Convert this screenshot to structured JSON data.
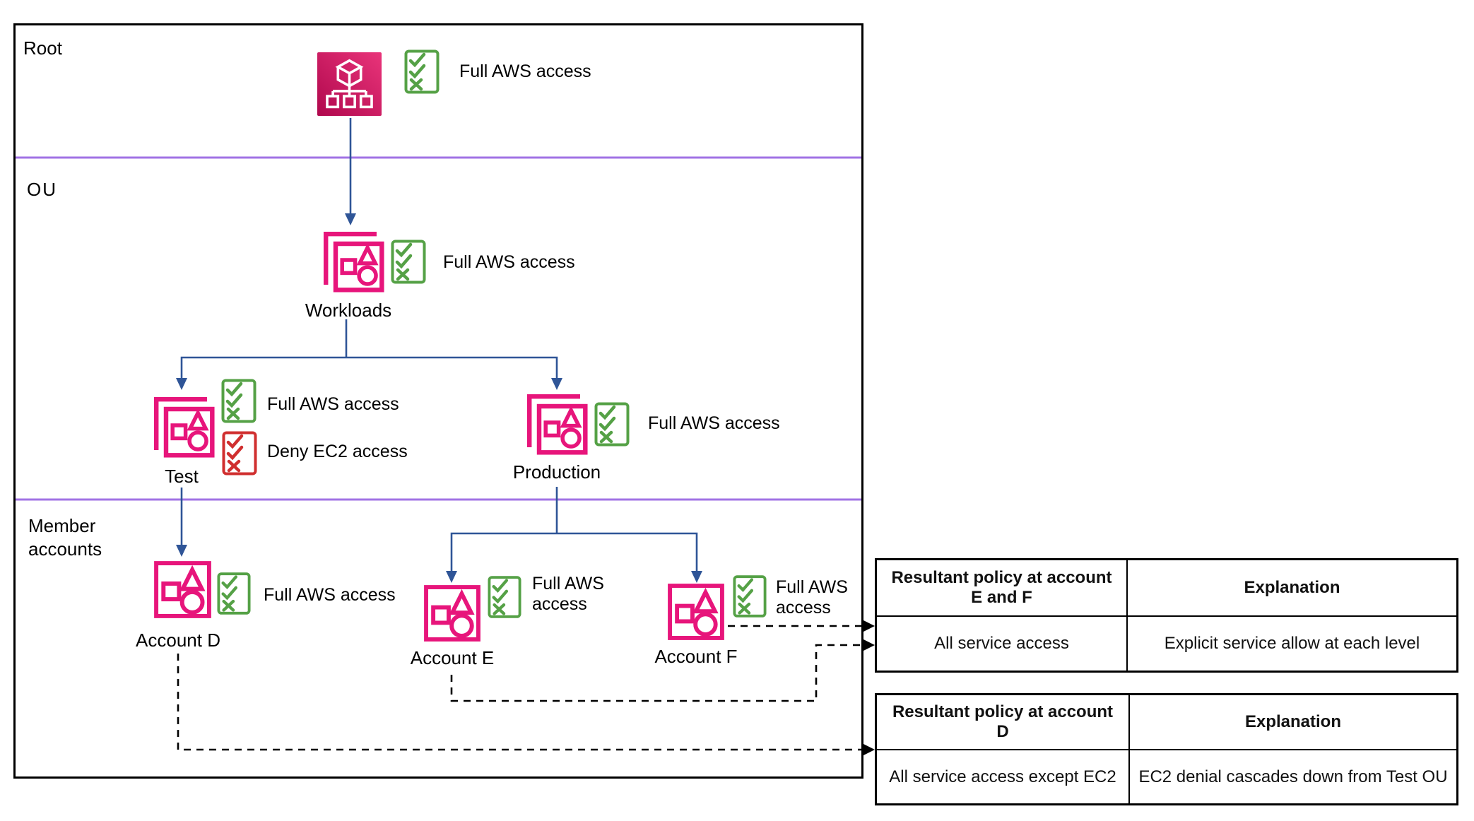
{
  "colors": {
    "pink": "#e7157b",
    "pink_gradient_dark": "#b0084d",
    "pink_gradient_light": "#e9347a",
    "allow_green": "#55a146",
    "deny_red": "#d02f2f",
    "arrow_blue": "#2f5597",
    "divider_purple": "#a173e5",
    "line_black": "#000000"
  },
  "sections": {
    "root": {
      "label": "Root"
    },
    "ou": {
      "label": "OU"
    },
    "member": {
      "label": "Member accounts"
    }
  },
  "nodes": {
    "root": {
      "policies": [
        {
          "type": "allow",
          "label": "Full AWS access"
        }
      ]
    },
    "workloads": {
      "label": "Workloads",
      "policies": [
        {
          "type": "allow",
          "label": "Full AWS access"
        }
      ]
    },
    "test": {
      "label": "Test",
      "policies": [
        {
          "type": "allow",
          "label": "Full AWS access"
        },
        {
          "type": "deny",
          "label": "Deny EC2 access"
        }
      ]
    },
    "production": {
      "label": "Production",
      "policies": [
        {
          "type": "allow",
          "label": "Full AWS access"
        }
      ]
    },
    "account_d": {
      "label": "Account D",
      "policies": [
        {
          "type": "allow",
          "label": "Full AWS access"
        }
      ]
    },
    "account_e": {
      "label": "Account E",
      "policies": [
        {
          "type": "allow",
          "label": "Full AWS access"
        }
      ]
    },
    "account_f": {
      "label": "Account F",
      "policies": [
        {
          "type": "allow",
          "label": "Full AWS access"
        }
      ]
    }
  },
  "tables": [
    {
      "headers": [
        "Resultant policy at account E and F",
        "Explanation"
      ],
      "rows": [
        [
          "All service access",
          "Explicit service allow at each level"
        ]
      ]
    },
    {
      "headers": [
        "Resultant policy at account D",
        "Explanation"
      ],
      "rows": [
        [
          "All service access except EC2",
          "EC2 denial cascades down from Test OU"
        ]
      ]
    }
  ]
}
